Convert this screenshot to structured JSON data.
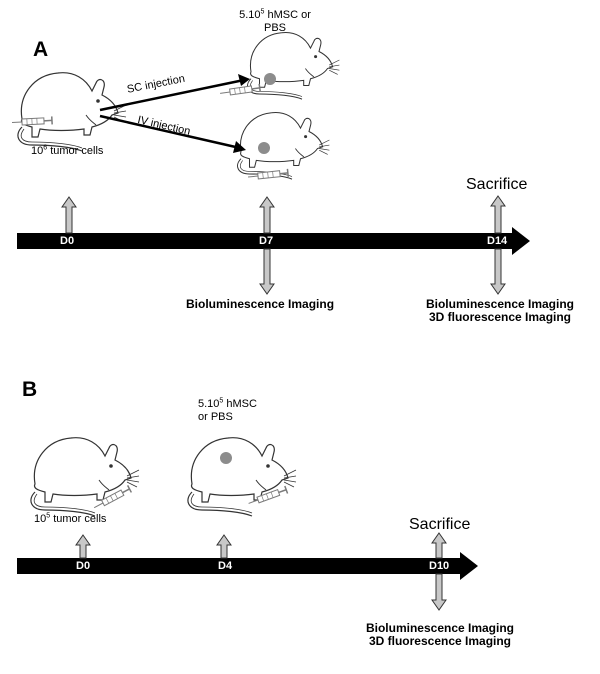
{
  "panel_a": {
    "letter": "A",
    "treatment_label": "5.10",
    "treatment_exp": "5",
    "treatment_label_rest": " hMSC or",
    "treatment_label_line2": "PBS",
    "cells_base": "10",
    "cells_exp": "6",
    "cells_rest": " tumor cells",
    "sc_injection": "SC injection",
    "iv_injection": "IV injection",
    "sacrifice": "Sacrifice",
    "days": [
      "D0",
      "D7",
      "D14"
    ],
    "imaging_d7": "Bioluminescence Imaging",
    "imaging_d14_line1": "Bioluminescence Imaging",
    "imaging_d14_line2": "3D fluorescence Imaging"
  },
  "panel_b": {
    "letter": "B",
    "treatment_label": "5.10",
    "treatment_exp": "5",
    "treatment_label_rest": " hMSC",
    "treatment_label_line2": "or PBS",
    "cells_base": "10",
    "cells_exp": "5",
    "cells_rest": " tumor cells",
    "sacrifice": "Sacrifice",
    "days": [
      "D0",
      "D4",
      "D10"
    ],
    "imaging_line1": "Bioluminescence Imaging",
    "imaging_line2": "3D fluorescence Imaging"
  },
  "colors": {
    "timeline": "#000000",
    "event_arrow_fill": "#c8c8c8",
    "tumor_dot": "#8c8c8c",
    "mouse_stroke": "#333333"
  }
}
